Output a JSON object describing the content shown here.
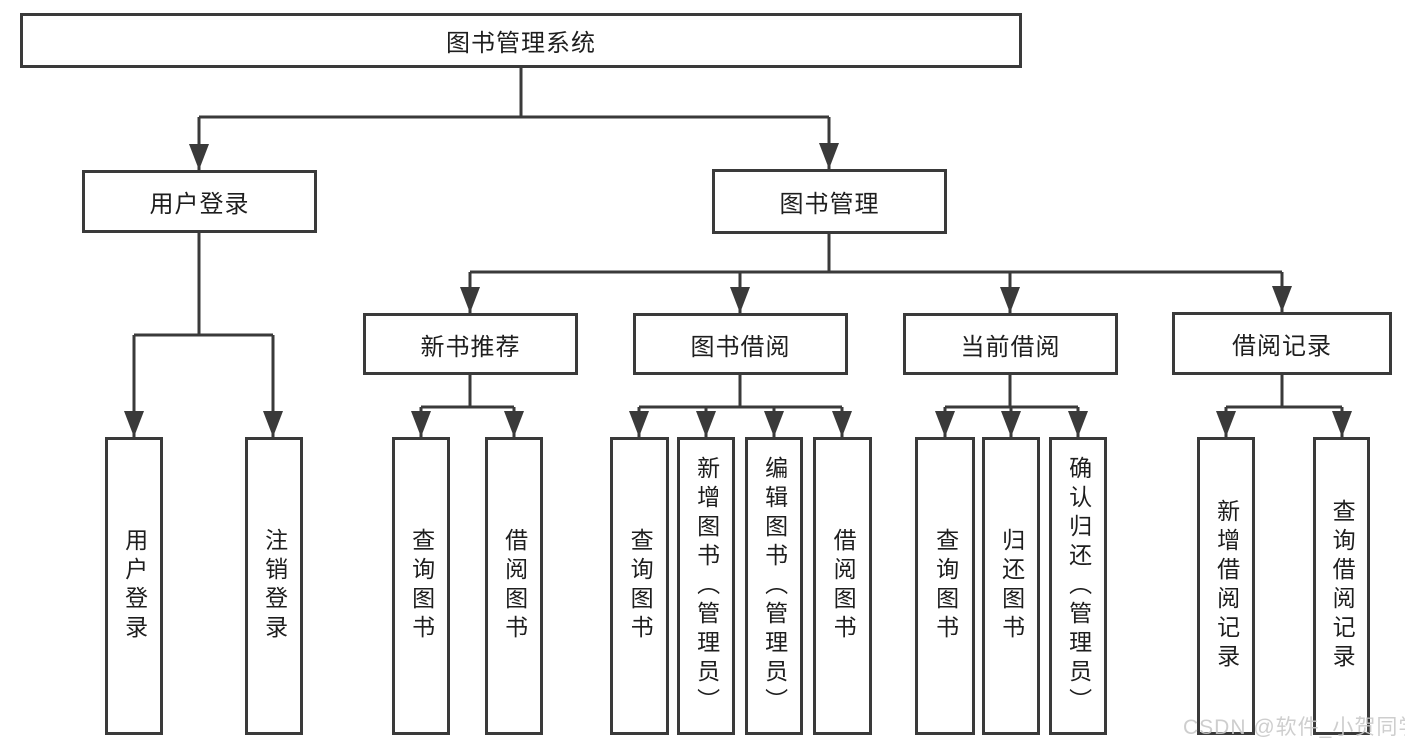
{
  "diagram": {
    "root": {
      "label": "图书管理系统"
    },
    "branches": [
      {
        "label": "用户登录",
        "leaves": [
          {
            "label": "用户登录"
          },
          {
            "label": "注销登录"
          }
        ]
      },
      {
        "label": "图书管理",
        "groups": [
          {
            "label": "新书推荐",
            "leaves": [
              {
                "label": "查询图书"
              },
              {
                "label": "借阅图书"
              }
            ]
          },
          {
            "label": "图书借阅",
            "leaves": [
              {
                "label": "查询图书"
              },
              {
                "label": "新增图书（管理员）"
              },
              {
                "label": "编辑图书（管理员）"
              },
              {
                "label": "借阅图书"
              }
            ]
          },
          {
            "label": "当前借阅",
            "leaves": [
              {
                "label": "查询图书"
              },
              {
                "label": "归还图书"
              },
              {
                "label": "确认归还（管理员）"
              }
            ]
          },
          {
            "label": "借阅记录",
            "leaves": [
              {
                "label": "新增借阅记录"
              },
              {
                "label": "查询借阅记录"
              }
            ]
          }
        ]
      }
    ]
  },
  "watermark": {
    "text": "CSDN @软件_小贺同学"
  },
  "colors": {
    "line": "#3a3a3a",
    "text": "#1e1e1e",
    "watermark": "#c9c9c9",
    "background": "#ffffff"
  }
}
